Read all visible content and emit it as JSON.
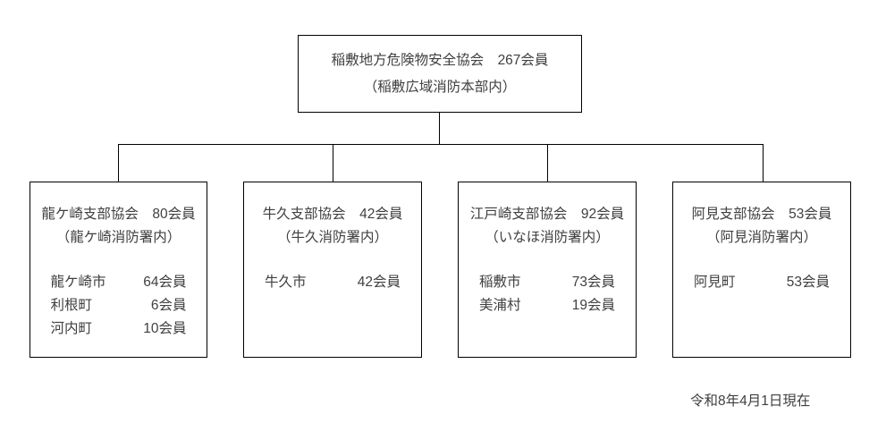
{
  "root": {
    "title": "稲敷地方危険物安全協会　267会員",
    "subtitle": "（稲敷広域消防本部内）"
  },
  "branches": [
    {
      "title": "龍ケ崎支部協会　80会員",
      "subtitle": "（龍ケ崎消防署内）",
      "members": [
        {
          "name": "龍ケ崎市",
          "count": "64会員"
        },
        {
          "name": "利根町",
          "count": "6会員"
        },
        {
          "name": "河内町",
          "count": "10会員"
        }
      ]
    },
    {
      "title": "牛久支部協会　42会員",
      "subtitle": "（牛久消防署内）",
      "members": [
        {
          "name": "牛久市",
          "count": "42会員"
        }
      ]
    },
    {
      "title": "江戸崎支部協会　92会員",
      "subtitle": "（いなほ消防署内）",
      "members": [
        {
          "name": "稲敷市",
          "count": "73会員"
        },
        {
          "name": "美浦村",
          "count": "19会員"
        }
      ]
    },
    {
      "title": "阿見支部協会　53会員",
      "subtitle": "（阿見消防署内）",
      "members": [
        {
          "name": "阿見町",
          "count": "53会員"
        }
      ]
    }
  ],
  "footer": {
    "date_note": "令和8年4月1日現在"
  },
  "colors": {
    "line": "#000000",
    "text": "#404040",
    "background": "#ffffff"
  }
}
